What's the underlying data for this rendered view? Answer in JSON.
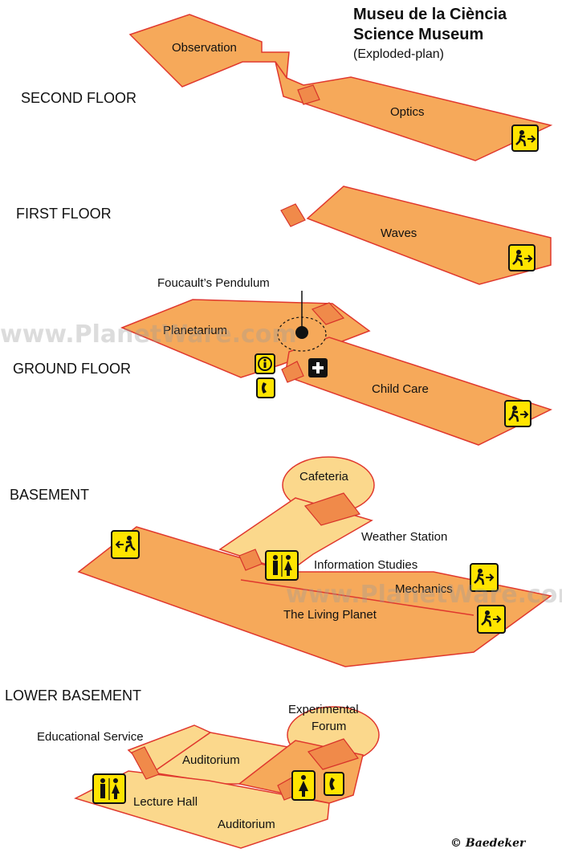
{
  "title": {
    "line1": "Museu de la Ciència",
    "line2": "Science Museum",
    "line3": "(Exploded-plan)"
  },
  "floors": {
    "second": "SECOND FLOOR",
    "first": "FIRST FLOOR",
    "ground": "GROUND FLOOR",
    "basement": "BASEMENT",
    "lower_basement": "LOWER BASEMENT"
  },
  "rooms": {
    "observation": "Observation",
    "optics": "Optics",
    "waves": "Waves",
    "foucault": "Foucault’s Pendulum",
    "planetarium": "Planetarium",
    "child_care": "Child Care",
    "cafeteria": "Cafeteria",
    "weather_station": "Weather Station",
    "information_studies": "Information Studies",
    "mechanics": "Mechanics",
    "living_planet": "The Living Planet",
    "experimental_forum_1": "Experimental",
    "experimental_forum_2": "Forum",
    "educational_service": "Educational Service",
    "auditorium_upper": "Auditorium",
    "lecture_hall": "Lecture Hall",
    "auditorium_lower": "Auditorium"
  },
  "watermark": "www.PlanetWare.com",
  "credit": "© Baedeker",
  "colors": {
    "room": "#f6a95a",
    "room_light": "#fbd88c",
    "outline": "#e0382e",
    "sign": "#ffe400"
  }
}
